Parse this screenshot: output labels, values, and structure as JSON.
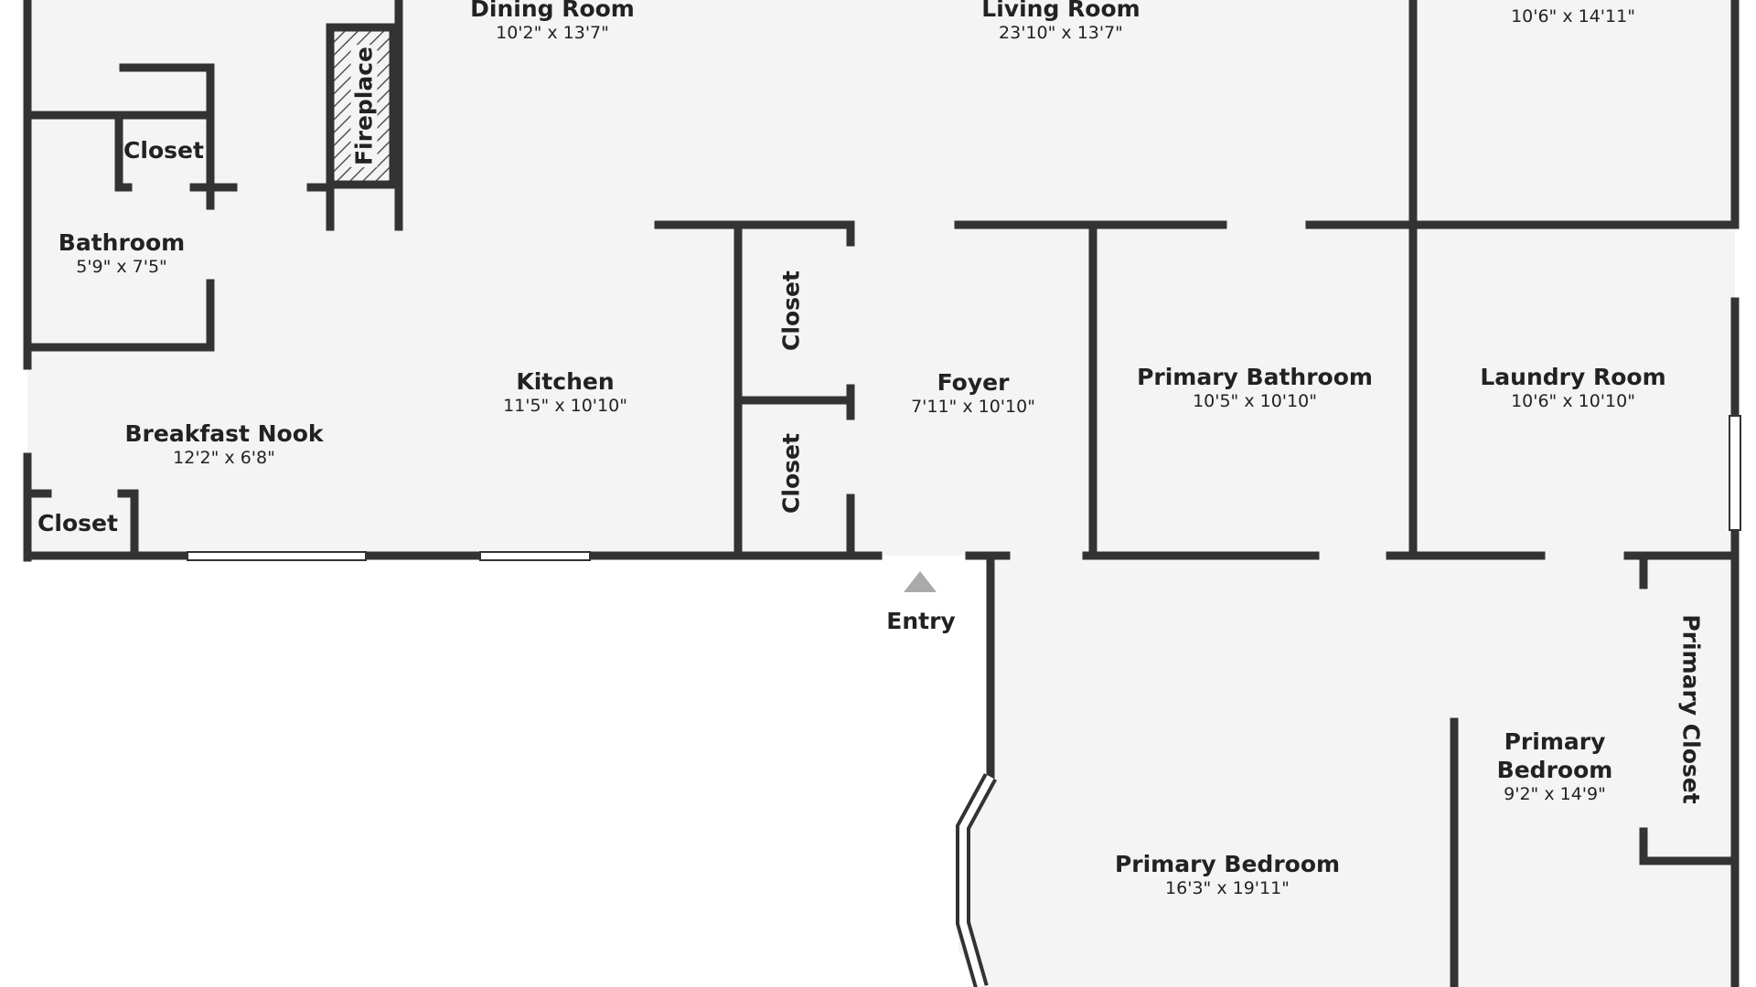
{
  "colors": {
    "wall": "#333333",
    "floor": "#f4f4f4",
    "window": "#f0f0f0",
    "entry_marker": "#aaaaaa"
  },
  "rooms": [
    {
      "name": "Dining Room",
      "dim": "10'2\" x 13'7\""
    },
    {
      "name": "Living Room",
      "dim": "23'10\" x 13'7\""
    },
    {
      "name": "",
      "dim": "10'6\" x 14'11\""
    },
    {
      "name": "Bathroom",
      "dim": "5'9\" x 7'5\""
    },
    {
      "name": "Kitchen",
      "dim": "11'5\" x 10'10\""
    },
    {
      "name": "Breakfast Nook",
      "dim": "12'2\" x 6'8\""
    },
    {
      "name": "Foyer",
      "dim": "7'11\" x 10'10\""
    },
    {
      "name": "Primary Bathroom",
      "dim": "10'5\" x 10'10\""
    },
    {
      "name": "Laundry Room",
      "dim": "10'6\" x 10'10\""
    },
    {
      "name": "Primary Bedroom",
      "dim": "16'3\" x 19'11\""
    },
    {
      "name": "Primary Bedroom",
      "dim": "9'2\" x 14'9\""
    }
  ],
  "labels": {
    "closet": "Closet",
    "fireplace": "Fireplace",
    "primary_closet": "Primary Closet",
    "entry": "Entry"
  }
}
